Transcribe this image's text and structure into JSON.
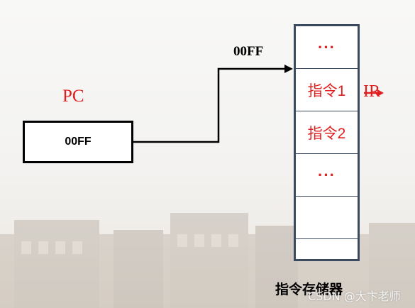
{
  "pc": {
    "label": "PC",
    "value": "00FF"
  },
  "address_bus": {
    "label": "00FF"
  },
  "memory": {
    "title": "指令存储器",
    "cells": [
      {
        "text": "···"
      },
      {
        "text": "指令1"
      },
      {
        "text": "指令2"
      },
      {
        "text": "···"
      },
      {
        "text": ""
      },
      {
        "text": ""
      }
    ]
  },
  "ir": {
    "label": "IR"
  },
  "watermark": "CSDN @大卞老师",
  "colors": {
    "accent_red": "#e02020",
    "memory_border": "#3b4a5e",
    "line": "#000000"
  }
}
